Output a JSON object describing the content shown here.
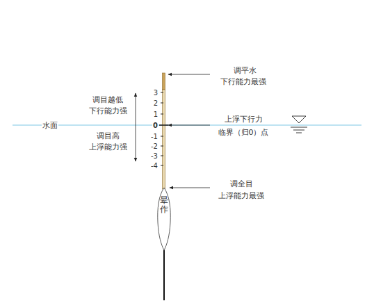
{
  "diagram": {
    "nodes": [
      {
        "text": [
          "晕作"
        ]
      }
    ],
    "labels": [
      "调平水",
      "下行能力最强",
      "3",
      "2",
      "1",
      "0",
      "-1",
      "-2",
      "-3",
      "-4",
      "调目越低",
      "下行能力强",
      "水面",
      "上浮下行力",
      "临界（归0）点",
      "调目高",
      "上浮能力强",
      "调全目",
      "上浮能力最强"
    ]
  }
}
